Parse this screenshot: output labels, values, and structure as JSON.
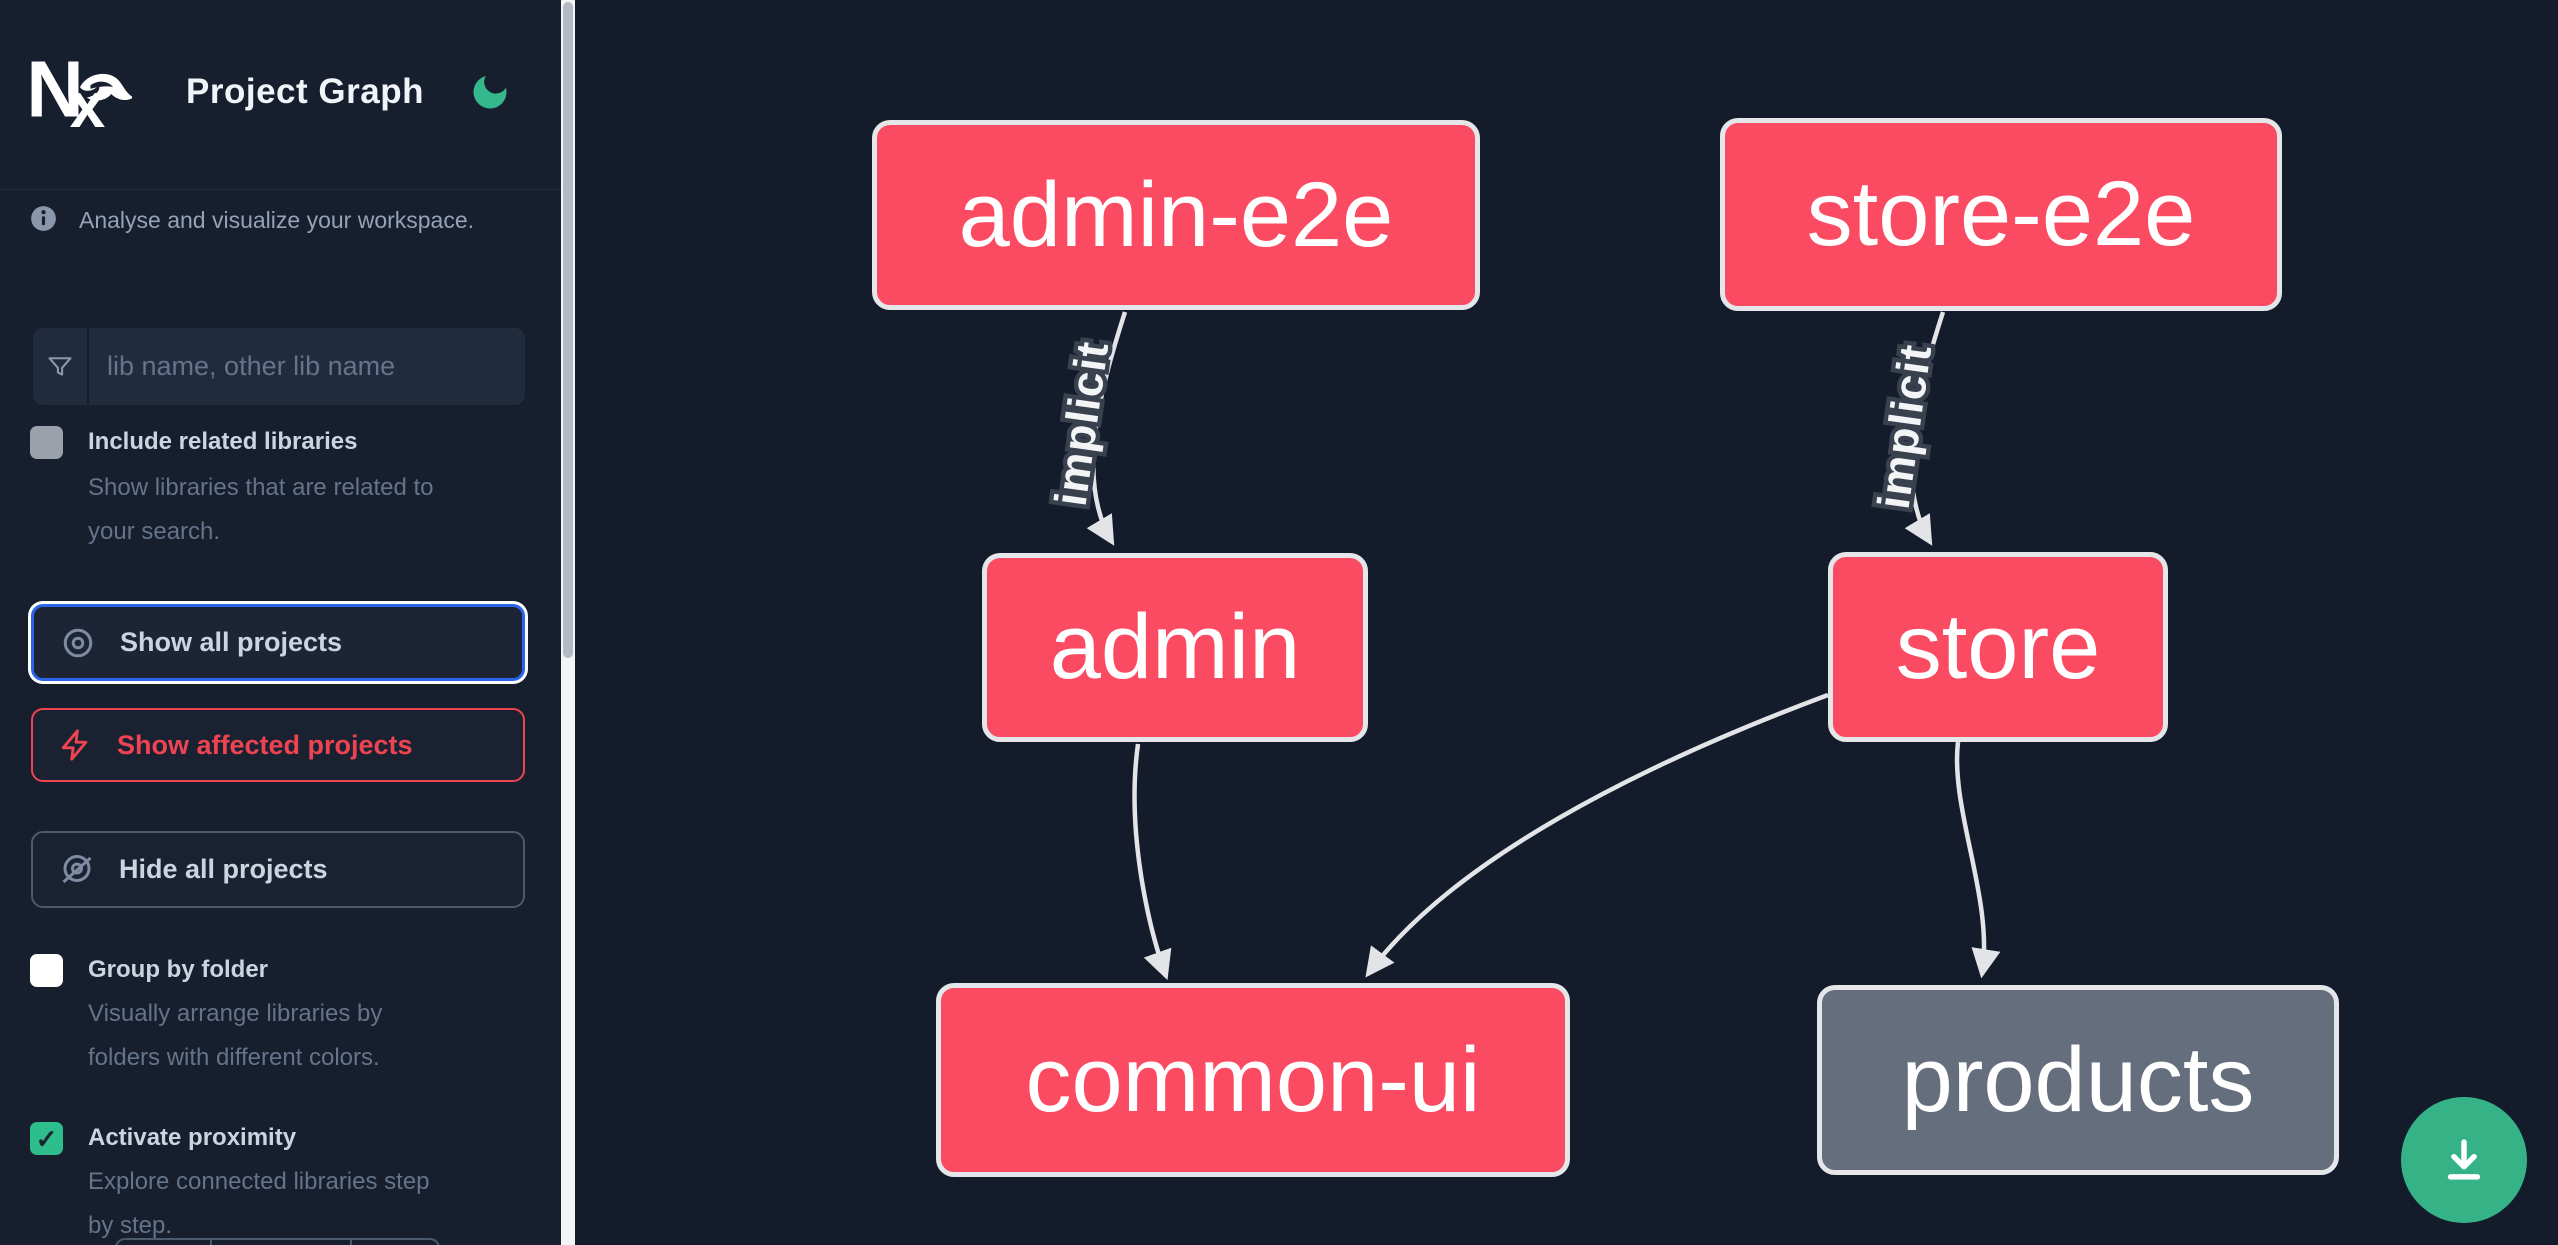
{
  "header": {
    "title": "Project Graph",
    "logo": "nx-logo",
    "theme_icon": "moon-icon"
  },
  "sidebar": {
    "info_text": "Analyse and visualize your workspace.",
    "search": {
      "placeholder": "lib name, other lib name",
      "value": ""
    },
    "toggles": [
      {
        "label": "Include related libraries",
        "description": "Show libraries that are related to\nyour search.",
        "checked": false,
        "disabled": true
      },
      {
        "label": "Group by folder",
        "description": "Visually arrange libraries by\nfolders with different colors.",
        "checked": false,
        "disabled": false
      },
      {
        "label": "Activate proximity",
        "description": "Explore connected libraries step\nby step.",
        "checked": true,
        "disabled": false
      }
    ],
    "buttons": [
      {
        "label": "Show all projects",
        "icon": "eye-icon",
        "state": "focused"
      },
      {
        "label": "Show affected projects",
        "icon": "bolt-icon",
        "state": "affected"
      },
      {
        "label": "Hide all projects",
        "icon": "eye-off-icon",
        "state": "default"
      }
    ]
  },
  "graph": {
    "nodes": [
      {
        "id": "admin-e2e",
        "state": "focused"
      },
      {
        "id": "store-e2e",
        "state": "focused"
      },
      {
        "id": "admin",
        "state": "focused"
      },
      {
        "id": "store",
        "state": "focused"
      },
      {
        "id": "common-ui",
        "state": "focused"
      },
      {
        "id": "products",
        "state": "unfocused"
      }
    ],
    "edges": [
      {
        "source": "admin-e2e",
        "target": "admin",
        "label": "implicit"
      },
      {
        "source": "store-e2e",
        "target": "store",
        "label": "implicit"
      },
      {
        "source": "admin",
        "target": "common-ui",
        "label": ""
      },
      {
        "source": "store",
        "target": "common-ui",
        "label": ""
      },
      {
        "source": "store",
        "target": "products",
        "label": ""
      }
    ]
  },
  "controls": {
    "download_icon": "download-icon"
  },
  "colors": {
    "node_focused": "#fb4b63",
    "node_unfocused": "#656e7d",
    "node_border": "#e4e6e9",
    "accent_green": "#35b387",
    "affected_red": "#ee4350",
    "focus_blue": "#2b66ea",
    "sidebar_bg": "#171e2e",
    "graph_bg": "#141b2a"
  }
}
